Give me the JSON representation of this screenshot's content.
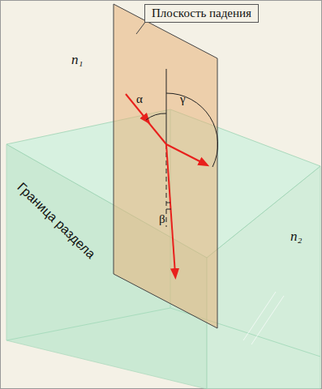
{
  "diagram": {
    "nodes": [
      {
        "text": [
          "Плоскость падения"
        ]
      }
    ],
    "labels": [
      "n₁",
      "n₂",
      "Граница раздела",
      "α",
      "γ",
      "β"
    ]
  }
}
